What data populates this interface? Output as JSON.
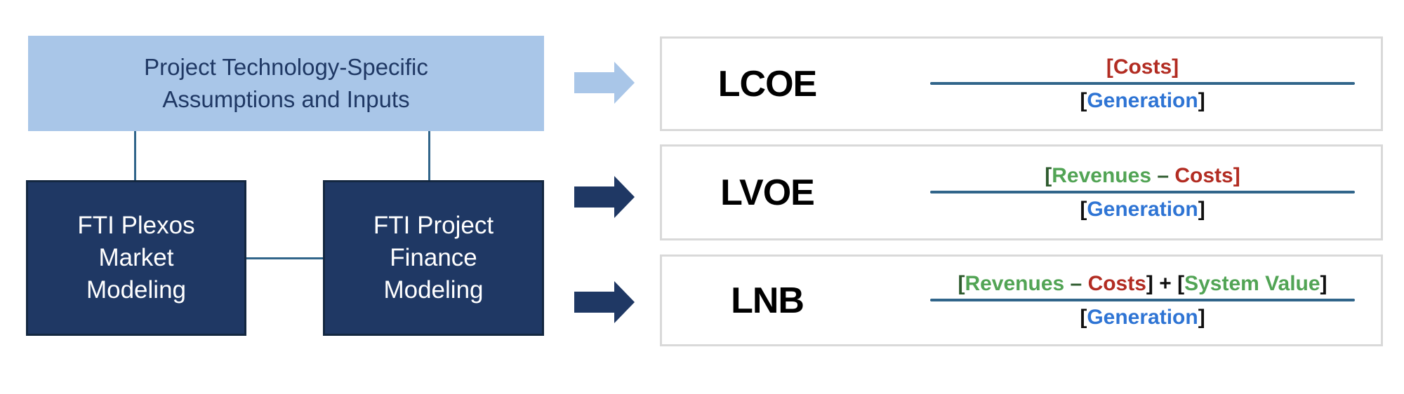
{
  "colors": {
    "light_blue": "#A9C6E8",
    "navy": "#1F3864",
    "navy_border": "#132740",
    "connector_line": "#31658A",
    "fraction_line": "#31658A",
    "metric_box_border": "#D9D9D9",
    "formula_red": "#B22C22",
    "formula_green": "#52A455",
    "formula_dark_green": "#2E5B2E",
    "formula_blue": "#2E74D4",
    "formula_black": "#101010",
    "label_black": "#000000",
    "white_text": "#FFFFFF"
  },
  "left_diagram": {
    "assumptions_box": {
      "lines": [
        "Project Technology-Specific",
        "Assumptions and Inputs"
      ]
    },
    "market_box": {
      "lines": [
        "FTI Plexos",
        "Market",
        "Modeling"
      ]
    },
    "finance_box": {
      "lines": [
        "FTI Project",
        "Finance",
        "Modeling"
      ]
    }
  },
  "metrics": [
    {
      "label": "LCOE",
      "arrow_color": "#A9C6E8",
      "numerator": [
        {
          "t": "[Costs]",
          "c": "red"
        }
      ],
      "denominator": [
        {
          "t": "[",
          "c": "black"
        },
        {
          "t": "Generation",
          "c": "blue"
        },
        {
          "t": "]",
          "c": "black"
        }
      ]
    },
    {
      "label": "LVOE",
      "arrow_color": "#1F3864",
      "numerator": [
        {
          "t": "[",
          "c": "dgreen"
        },
        {
          "t": "Revenues",
          "c": "green"
        },
        {
          "t": " – ",
          "c": "dgreen"
        },
        {
          "t": "Costs]",
          "c": "red"
        }
      ],
      "denominator": [
        {
          "t": "[",
          "c": "black"
        },
        {
          "t": "Generation",
          "c": "blue"
        },
        {
          "t": "]",
          "c": "black"
        }
      ]
    },
    {
      "label": "LNB",
      "arrow_color": "#1F3864",
      "numerator": [
        {
          "t": "[",
          "c": "dgreen"
        },
        {
          "t": "Revenues",
          "c": "green"
        },
        {
          "t": " – ",
          "c": "dgreen"
        },
        {
          "t": "Costs",
          "c": "red"
        },
        {
          "t": "] + [",
          "c": "black"
        },
        {
          "t": "System Value",
          "c": "green"
        },
        {
          "t": "]",
          "c": "black"
        }
      ],
      "denominator": [
        {
          "t": "[",
          "c": "black"
        },
        {
          "t": "Generation",
          "c": "blue"
        },
        {
          "t": "]",
          "c": "black"
        }
      ]
    }
  ]
}
